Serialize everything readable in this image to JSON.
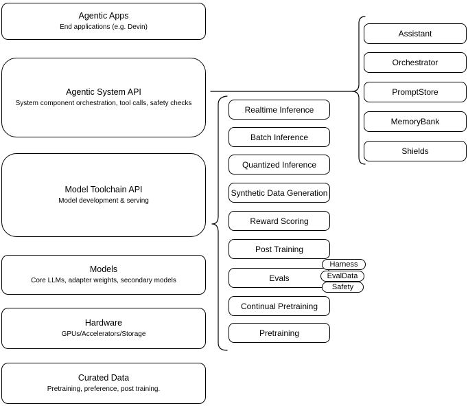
{
  "diagram": {
    "left_stack": [
      {
        "title": "Agentic Apps",
        "subtitle": "End applications (e.g. Devin)"
      },
      {
        "title": "Agentic System API",
        "subtitle": "System component orchestration, tool calls, safety checks"
      },
      {
        "title": "Model Toolchain API",
        "subtitle": "Model development & serving"
      },
      {
        "title": "Models",
        "subtitle": "Core LLMs, adapter weights, secondary models"
      },
      {
        "title": "Hardware",
        "subtitle": "GPUs/Accelerators/Storage"
      },
      {
        "title": "Curated Data",
        "subtitle": "Pretraining, preference, post training."
      }
    ],
    "toolchain": {
      "items": [
        "Realtime Inference",
        "Batch Inference",
        "Quantized Inference",
        "Synthetic Data Generation",
        "Reward Scoring",
        "Post Training",
        "Evals",
        "Continual Pretraining",
        "Pretraining"
      ],
      "evals_tags": [
        "Harness",
        "EvalData",
        "Safety"
      ]
    },
    "system_components": [
      "Assistant",
      "Orchestrator",
      "PromptStore",
      "MemoryBank",
      "Shields"
    ],
    "colors": {
      "stroke": "#000000",
      "fill": "#ffffff",
      "text": "#000000"
    }
  }
}
